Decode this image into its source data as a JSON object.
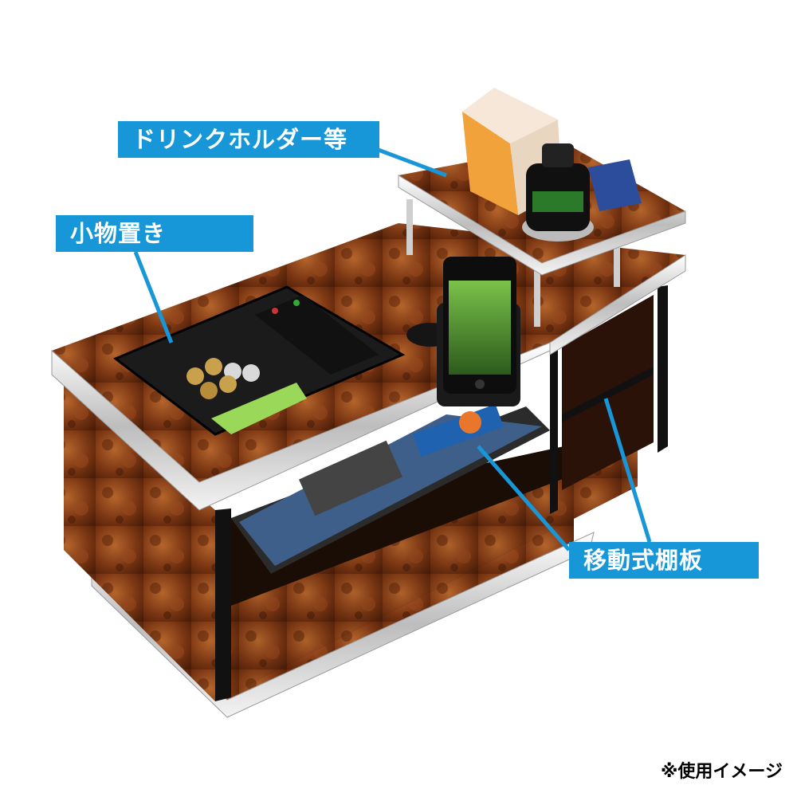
{
  "callouts": {
    "drink_holder": "ドリンクホルダー等",
    "small_items": "小物置き",
    "movable_shelf": "移動式棚板"
  },
  "note": "※使用イメージ",
  "colors": {
    "callout_blue": "#1796d8",
    "burl_wood": "#8a3f1a",
    "chrome": "#dcdcdc",
    "black_frame": "#111111"
  }
}
